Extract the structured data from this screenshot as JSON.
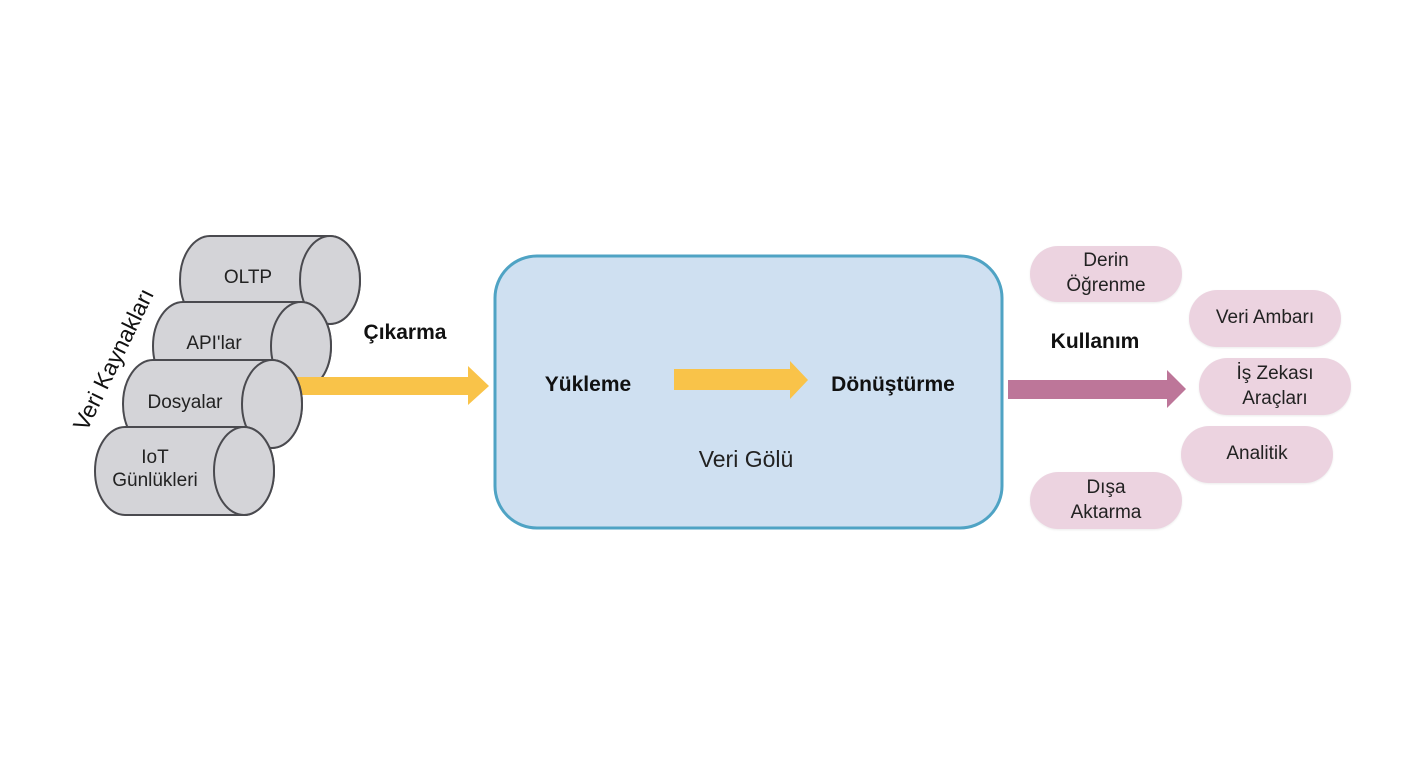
{
  "diagram": {
    "sources": {
      "group_label": "Veri Kaynakları",
      "items": [
        {
          "label": "OLTP"
        },
        {
          "label": "API'lar"
        },
        {
          "label": "Dosyalar"
        },
        {
          "label": "IoT\nGünlükleri",
          "line1": "IoT",
          "line2": "Günlükleri"
        }
      ]
    },
    "extract_label": "Çıkarma",
    "data_lake": {
      "title": "Veri Gölü",
      "load_label": "Yükleme",
      "transform_label": "Dönüştürme"
    },
    "usage_label": "Kullanım",
    "consumers": [
      {
        "line1": "Derin",
        "line2": "Öğrenme"
      },
      {
        "line1": "Veri Ambarı"
      },
      {
        "line1": "İş Zekası",
        "line2": "Araçları"
      },
      {
        "line1": "Analitik"
      },
      {
        "line1": "Dışa",
        "line2": "Aktarma"
      }
    ],
    "colors": {
      "cylinder_fill": "#d4d4d8",
      "cylinder_stroke": "#4a4a4f",
      "lake_fill": "#cfe0f1",
      "lake_stroke": "#4fa3c4",
      "extract_arrow": "#f9c349",
      "usage_arrow": "#bd7699",
      "pill_fill": "#ecd3e0"
    }
  }
}
